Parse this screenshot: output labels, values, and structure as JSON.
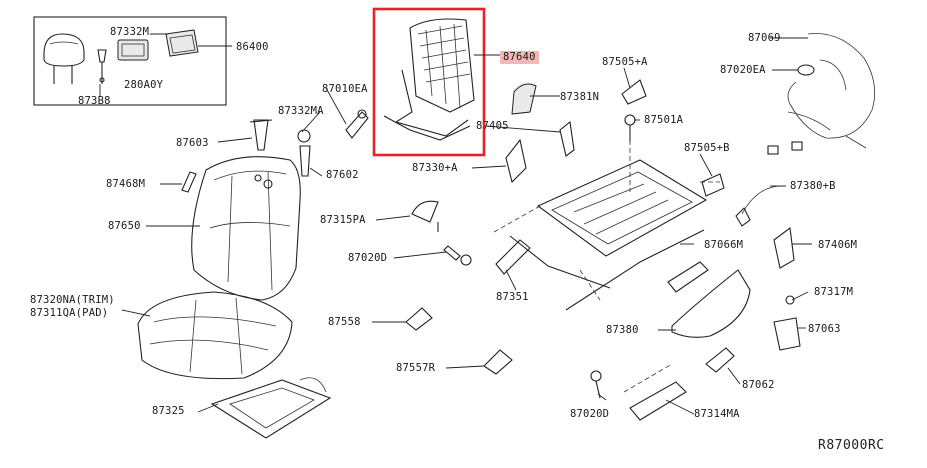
{
  "diagram_ref": "R87000RC",
  "highlight_color": "#e8222a",
  "highlighted_part": "87640",
  "parts": {
    "p87332M": "87332M",
    "p86400": "86400",
    "p87388": "873B8",
    "p280A0Y": "280A0Y",
    "p87010EA": "87010EA",
    "p87640": "87640",
    "p87505A": "87505+A",
    "p87069": "87069",
    "p87020EA": "87020EA",
    "p87332MA": "87332MA",
    "p87381N": "87381N",
    "p87405": "87405",
    "p87501A": "87501A",
    "p87603": "87603",
    "p87505B": "87505+B",
    "p87330A": "87330+A",
    "p87602": "87602",
    "p87468M": "87468M",
    "p87380B": "87380+B",
    "p87315PA": "87315PA",
    "p87650": "87650",
    "p87066M": "87066M",
    "p87406M": "87406M",
    "p87020D_a": "87020D",
    "p87351": "87351",
    "p87317M": "87317M",
    "p87320NA": "87320NA(TRIM)",
    "p87311QA": "87311QA(PAD)",
    "p87558": "87558",
    "p87380": "87380",
    "p87063": "87063",
    "p87557R": "87557R",
    "p87062": "87062",
    "p87325": "87325",
    "p87020D_b": "87020D",
    "p87314MA": "87314MA"
  }
}
